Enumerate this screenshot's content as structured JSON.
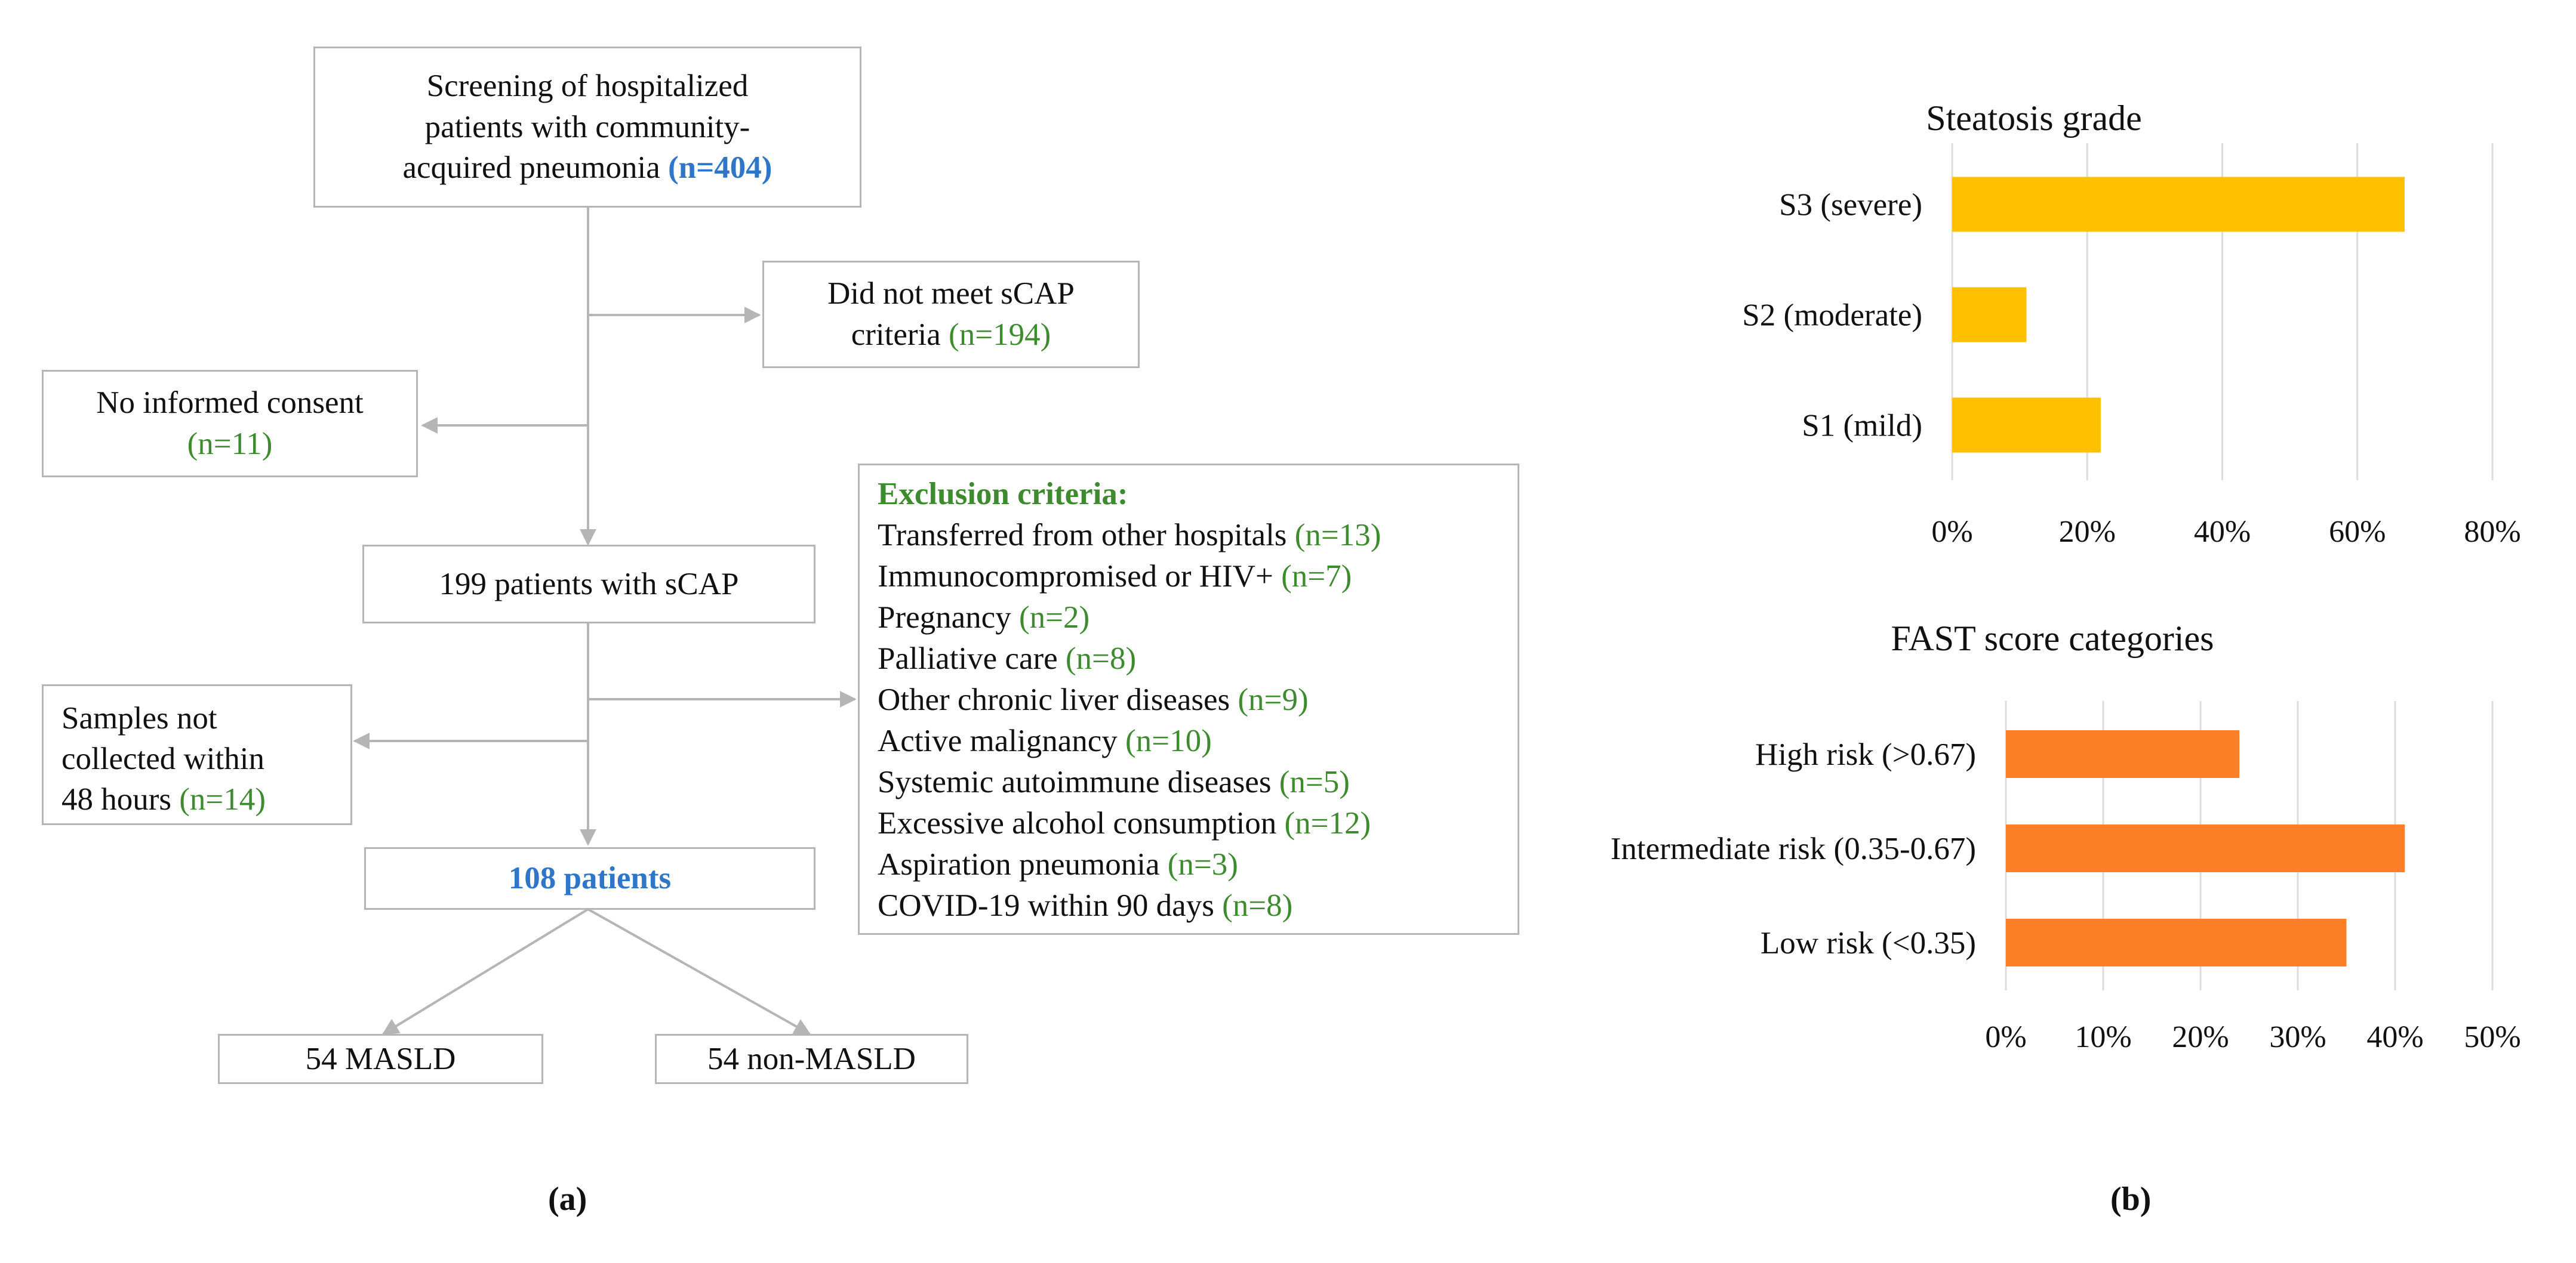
{
  "flowchart": {
    "screening": {
      "line1": "Screening of hospitalized",
      "line2": "patients with community-",
      "line3": "acquired pneumonia ",
      "n": "(n=404)"
    },
    "not_met": {
      "line1": "Did not meet sCAP",
      "line2": "criteria ",
      "n": "(n=194)"
    },
    "no_consent": {
      "line1": "No informed consent",
      "n": "(n=11)"
    },
    "scap": {
      "label": "199 patients with sCAP"
    },
    "samples": {
      "line1": "Samples not",
      "line2": "collected within",
      "line3": "48 hours ",
      "n": "(n=14)"
    },
    "final": {
      "label": "108 patients"
    },
    "masld": {
      "label": "54 MASLD"
    },
    "non_masld": {
      "label": "54 non-MASLD"
    },
    "exclusion": {
      "title": "Exclusion criteria:",
      "items": [
        {
          "text": "Transferred from other hospitals ",
          "n": "(n=13)"
        },
        {
          "text": "Immunocompromised or HIV+ ",
          "n": "(n=7)"
        },
        {
          "text": "Pregnancy ",
          "n": "(n=2)"
        },
        {
          "text": "Palliative care ",
          "n": "(n=8)"
        },
        {
          "text": "Other chronic liver diseases ",
          "n": "(n=9)"
        },
        {
          "text": "Active malignancy ",
          "n": "(n=10)"
        },
        {
          "text": "Systemic autoimmune diseases ",
          "n": "(n=5)"
        },
        {
          "text": "Excessive alcohol consumption ",
          "n": "(n=12)"
        },
        {
          "text": "Aspiration pneumonia ",
          "n": "(n=3)"
        },
        {
          "text": "COVID-19 within 90 days ",
          "n": "(n=8)"
        }
      ]
    },
    "caption": "(a)"
  },
  "chart_data": [
    {
      "type": "bar",
      "orientation": "horizontal",
      "title": "Steatosis grade",
      "categories": [
        "S3 (severe)",
        "S2 (moderate)",
        "S1 (mild)"
      ],
      "values": [
        67,
        11,
        22
      ],
      "xlim": [
        0,
        80
      ],
      "xticks": [
        "0%",
        "20%",
        "40%",
        "60%",
        "80%"
      ],
      "color": "#ffc000",
      "grid": true
    },
    {
      "type": "bar",
      "orientation": "horizontal",
      "title": "FAST score categories",
      "categories": [
        "High risk (>0.67)",
        "Intermediate risk (0.35-0.67)",
        "Low risk (<0.35)"
      ],
      "values": [
        24,
        41,
        35
      ],
      "xlim": [
        0,
        50
      ],
      "xticks": [
        "0%",
        "10%",
        "20%",
        "30%",
        "40%",
        "50%"
      ],
      "color": "#fd7f27",
      "grid": true
    }
  ],
  "caption_b": "(b)"
}
